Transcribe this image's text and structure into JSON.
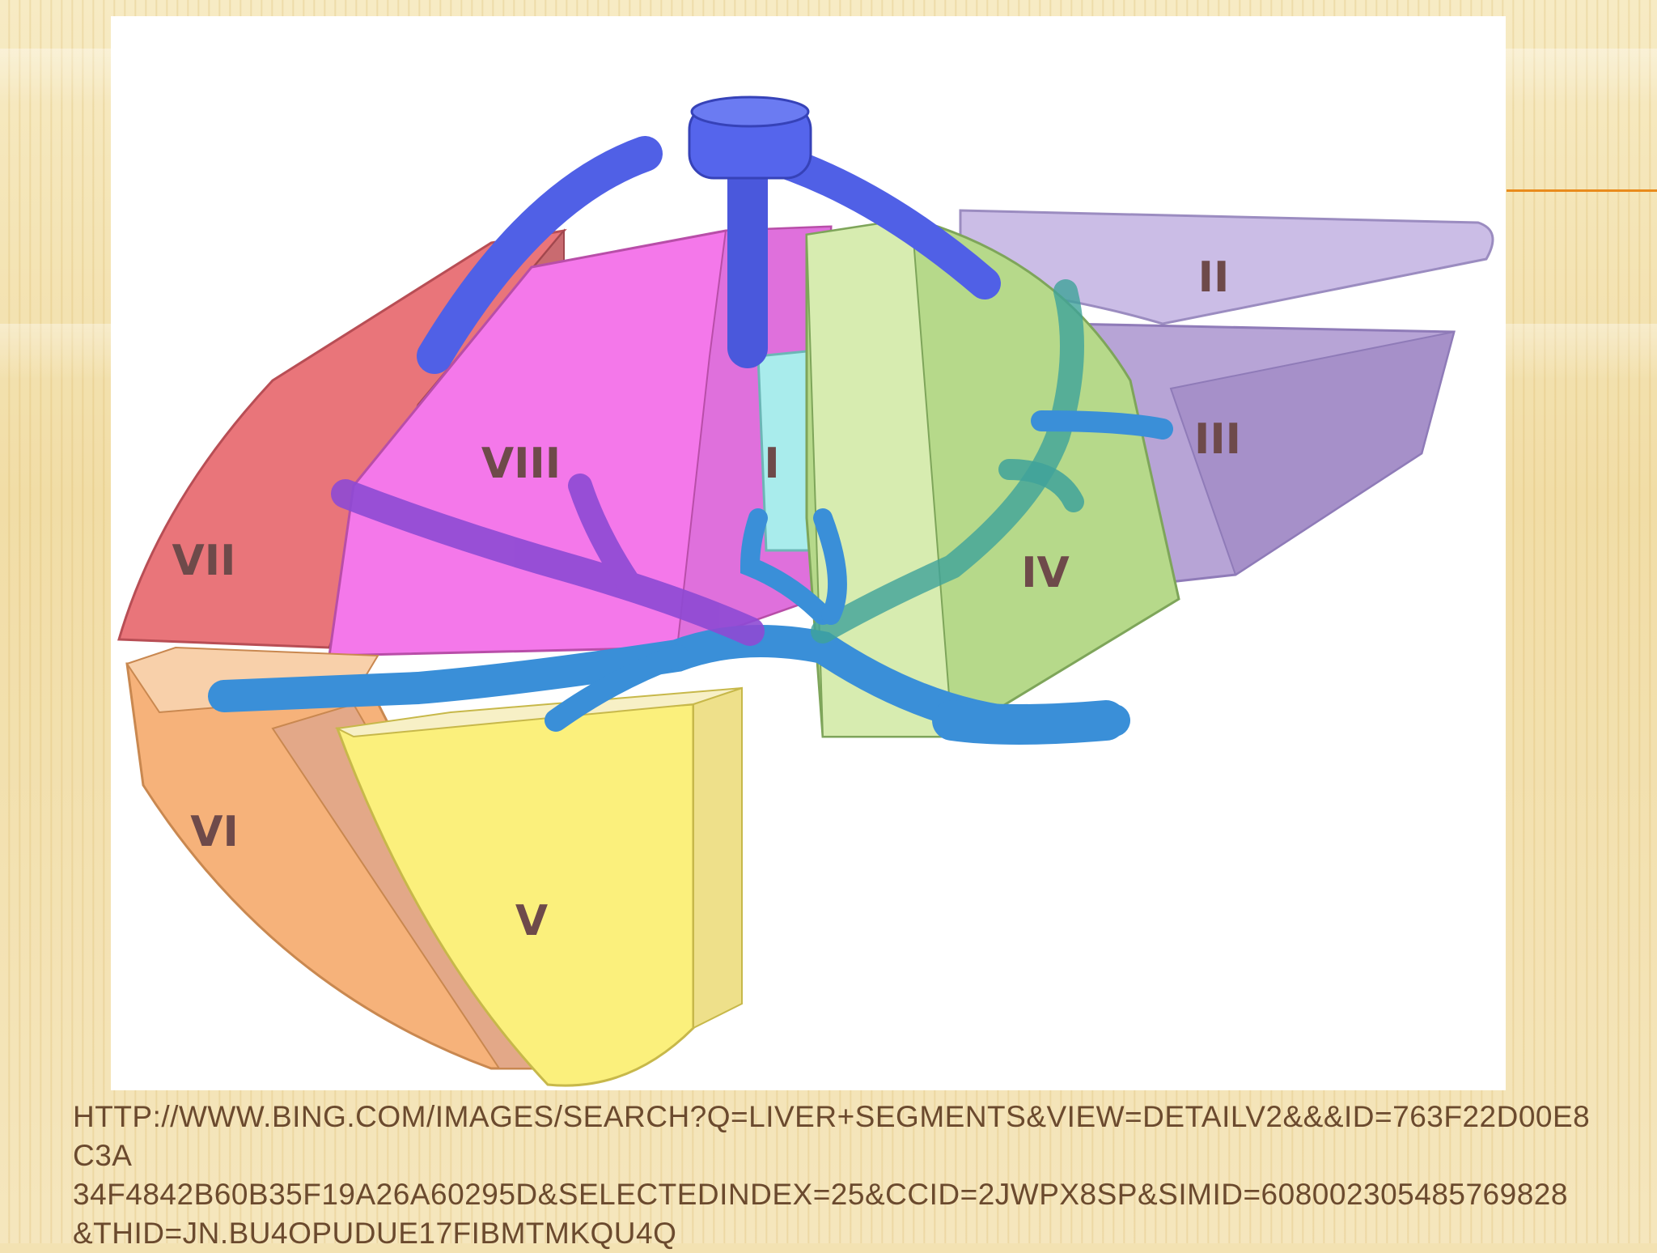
{
  "slide": {
    "accent_color": "#e98b1c",
    "caption_color": "#6b4a2e",
    "background_color": "#f3e2b2"
  },
  "diagram": {
    "segments": [
      {
        "label": "I",
        "color": "#a9ecec"
      },
      {
        "label": "II",
        "color": "#cbbde6"
      },
      {
        "label": "III",
        "color": "#b7a4d6"
      },
      {
        "label": "IV",
        "color": "#b6d98a"
      },
      {
        "label": "V",
        "color": "#fbf07c"
      },
      {
        "label": "VI",
        "color": "#f6b27a"
      },
      {
        "label": "VII",
        "color": "#e9757a"
      },
      {
        "label": "VIII",
        "color": "#f478ea"
      }
    ],
    "vessel_colors": {
      "hepatic_veins": "#5060e6",
      "portal_vein": "#3a8fd8"
    }
  },
  "caption": {
    "line1": "HTTP://WWW.BING.COM/IMAGES/SEARCH?Q=LIVER+SEGMENTS&VIEW=DETAILV2&&&ID=763F22D00E8C3A",
    "line2": "34F4842B60B35F19A26A60295D&SELECTEDINDEX=25&CCID=2JWPX8SP&SIMID=608002305485769828",
    "line3": "&THID=JN.BU4OPUDUE17FIBMTMKQU4Q"
  }
}
